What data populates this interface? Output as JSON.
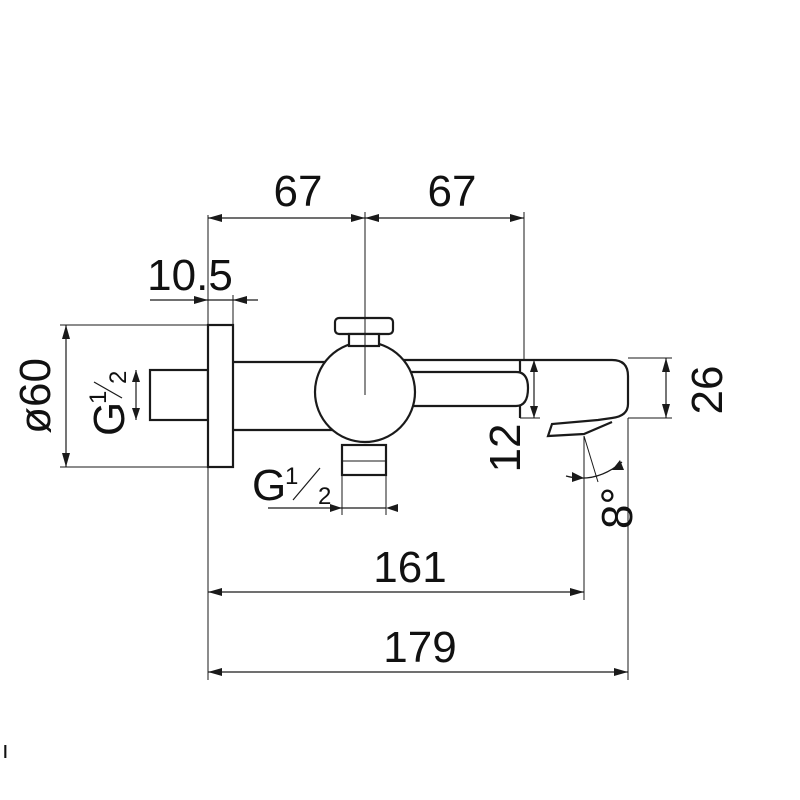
{
  "dimensions": {
    "offset_left": "67",
    "offset_right": "67",
    "flange_thickness": "10.5",
    "flange_diameter": "ø60",
    "wall_thread_main": "G",
    "wall_thread_num": "1",
    "wall_thread_den": "2",
    "outlet_thread_main": "G",
    "outlet_thread_num": "1",
    "outlet_thread_den": "2",
    "spout_height": "26",
    "spout_offset": "12",
    "angle": "8°",
    "length_to_outlet": "161",
    "overall_length": "179"
  },
  "corner_mark": "ı"
}
